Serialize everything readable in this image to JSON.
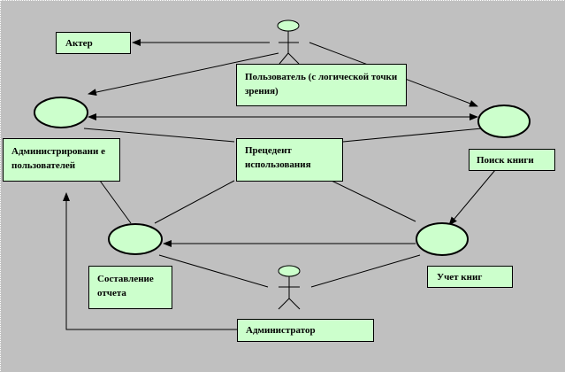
{
  "diagram": {
    "title": "Use case diagram",
    "labels": {
      "actor": "Актер",
      "user_logical": "Пользователь  (с логической точки зрения)",
      "admin_users": "Администрировани е пользователей",
      "use_case": "Прецедент использования",
      "search_book": "Поиск книги",
      "report": "Составление отчета",
      "book_accounting": "Учет книг",
      "administrator": "Администратор"
    },
    "colors": {
      "background": "#c0c0c0",
      "node_fill": "#ccffcc",
      "stroke": "#000000"
    }
  }
}
